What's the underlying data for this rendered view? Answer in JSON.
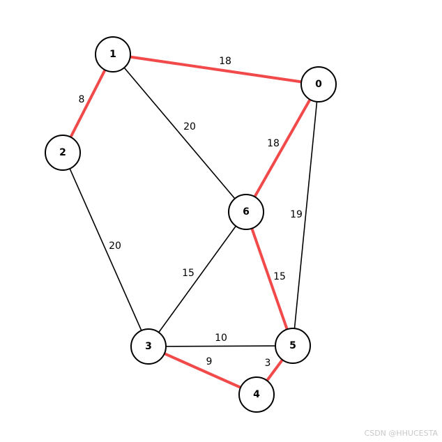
{
  "graph": {
    "mst_color": "#f24a4a",
    "edge_color": "#000000",
    "nodes": [
      {
        "id": "0",
        "label": "0"
      },
      {
        "id": "1",
        "label": "1"
      },
      {
        "id": "2",
        "label": "2"
      },
      {
        "id": "3",
        "label": "3"
      },
      {
        "id": "4",
        "label": "4"
      },
      {
        "id": "5",
        "label": "5"
      },
      {
        "id": "6",
        "label": "6"
      }
    ],
    "edges": [
      {
        "source": "1",
        "target": "0",
        "weight": "18",
        "in_mst": true
      },
      {
        "source": "1",
        "target": "2",
        "weight": "8",
        "in_mst": true
      },
      {
        "source": "1",
        "target": "6",
        "weight": "20",
        "in_mst": false
      },
      {
        "source": "0",
        "target": "6",
        "weight": "18",
        "in_mst": true
      },
      {
        "source": "0",
        "target": "5",
        "weight": "19",
        "in_mst": false
      },
      {
        "source": "2",
        "target": "3",
        "weight": "20",
        "in_mst": false
      },
      {
        "source": "6",
        "target": "3",
        "weight": "15",
        "in_mst": false
      },
      {
        "source": "6",
        "target": "5",
        "weight": "15",
        "in_mst": true
      },
      {
        "source": "3",
        "target": "5",
        "weight": "10",
        "in_mst": false
      },
      {
        "source": "3",
        "target": "4",
        "weight": "9",
        "in_mst": true
      },
      {
        "source": "4",
        "target": "5",
        "weight": "3",
        "in_mst": true
      }
    ]
  },
  "watermark": "CSDN @HHUCESTA"
}
